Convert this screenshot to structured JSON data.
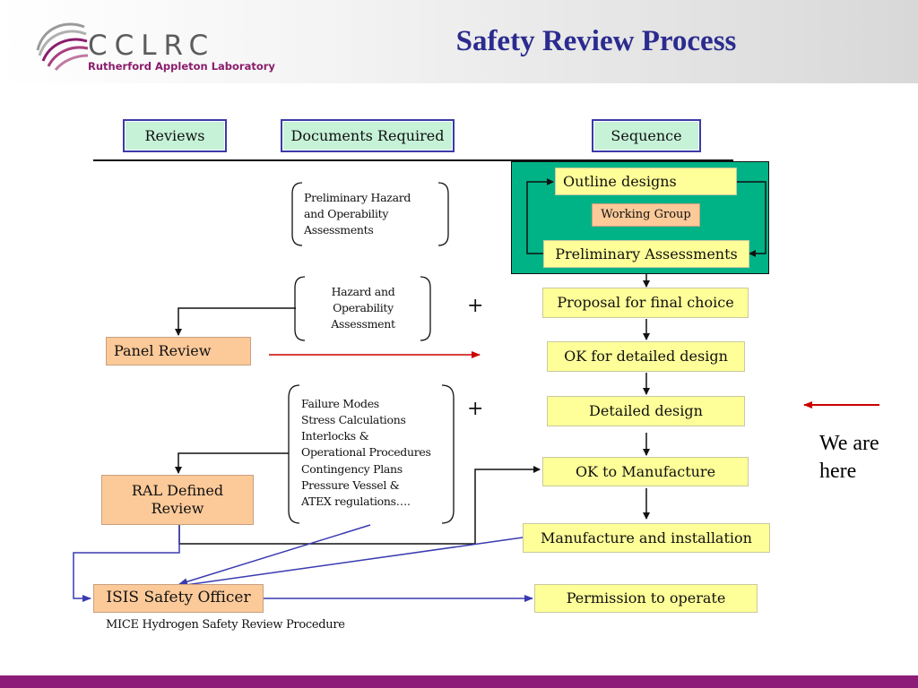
{
  "header": {
    "logo_name": "CCLRC",
    "logo_subtitle": "Rutherford Appleton Laboratory",
    "title": "Safety Review Process"
  },
  "columns": {
    "reviews": "Reviews",
    "documents": "Documents Required",
    "sequence": "Sequence"
  },
  "sequence": {
    "outline_designs": "Outline designs",
    "working_group": "Working Group",
    "preliminary_assessments": "Preliminary Assessments",
    "proposal": "Proposal for final choice",
    "ok_detailed": "OK for detailed design",
    "detailed_design": "Detailed design",
    "ok_manufacture": "OK to Manufacture",
    "manufacture": "Manufacture and installation",
    "permission": "Permission to operate"
  },
  "reviews": {
    "panel_review": "Panel Review",
    "ral_review": "RAL Defined Review",
    "isis_officer": "ISIS Safety Officer"
  },
  "documents": {
    "doc1": "Preliminary Hazard\nand Operability\nAssessments",
    "doc2": "Hazard and\nOperability\nAssessment",
    "doc3": "Failure Modes\nStress Calculations\nInterlocks &\nOperational Procedures\nContingency Plans\nPressure Vessel &\nATEX regulations….",
    "plus1": "+",
    "plus2": "+"
  },
  "caption": "MICE Hydrogen Safety Review Procedure",
  "we_are_here": "We are here",
  "colors": {
    "title": "#2b2b8f",
    "header_box_fill": "#c6f2d8",
    "header_box_border": "#3a3aa8",
    "sequence_fill": "#ffff99",
    "review_fill": "#fcc999",
    "green_panel": "#00b386",
    "red_arrow": "#cc0000",
    "blue_arrow": "#3a3ab0",
    "brand_bar": "#8c1c78"
  }
}
